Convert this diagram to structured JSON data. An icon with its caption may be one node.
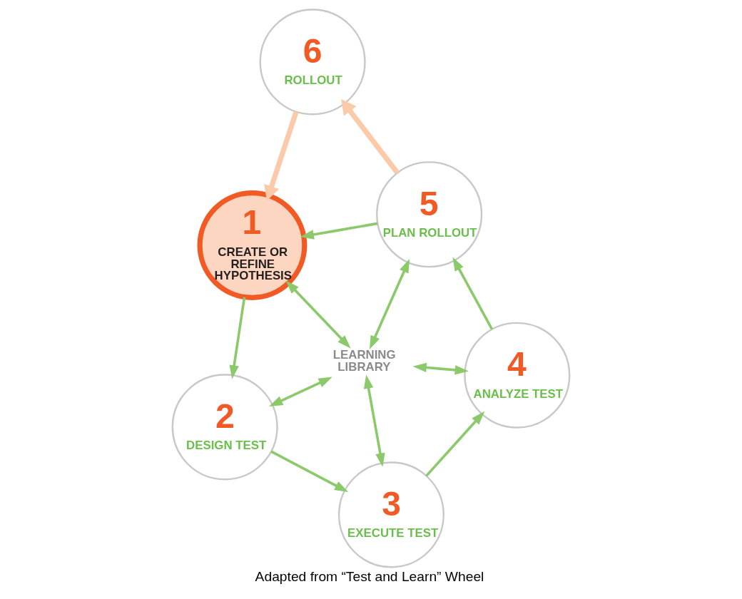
{
  "diagram": {
    "caption": "Adapted from “Test and Learn” Wheel",
    "nodes": [
      {
        "text": [
          "1",
          "CREATE OR REFINE HYPOTHESIS"
        ]
      },
      {
        "text": [
          "2",
          "DESIGN TEST"
        ]
      },
      {
        "text": [
          "3",
          "EXECUTE TEST"
        ]
      },
      {
        "text": [
          "4",
          "ANALYZE TEST"
        ]
      },
      {
        "text": [
          "5",
          "PLAN ROLLOUT"
        ]
      },
      {
        "text": [
          "6",
          "ROLLOUT"
        ]
      },
      {
        "text": [
          "LEARNING LIBRARY"
        ]
      }
    ],
    "edges": [
      {
        "from": 0,
        "to": 1,
        "arrow": "to"
      },
      {
        "from": 1,
        "to": 2,
        "arrow": "to"
      },
      {
        "from": 2,
        "to": 3,
        "arrow": "to"
      },
      {
        "from": 3,
        "to": 4,
        "arrow": "to"
      },
      {
        "from": 4,
        "to": 0,
        "arrow": "to"
      },
      {
        "from": 4,
        "to": 5,
        "arrow": "to",
        "style": "thick",
        "color": "#fbcaa9"
      },
      {
        "from": 5,
        "to": 0,
        "arrow": "to",
        "style": "thick",
        "color": "#fbcaa9"
      },
      {
        "from": 6,
        "to": 0,
        "arrow": "both"
      },
      {
        "from": 6,
        "to": 1,
        "arrow": "both"
      },
      {
        "from": 6,
        "to": 2,
        "arrow": "both"
      },
      {
        "from": 6,
        "to": 3,
        "arrow": "both"
      },
      {
        "from": 6,
        "to": 4,
        "arrow": "both"
      }
    ]
  }
}
